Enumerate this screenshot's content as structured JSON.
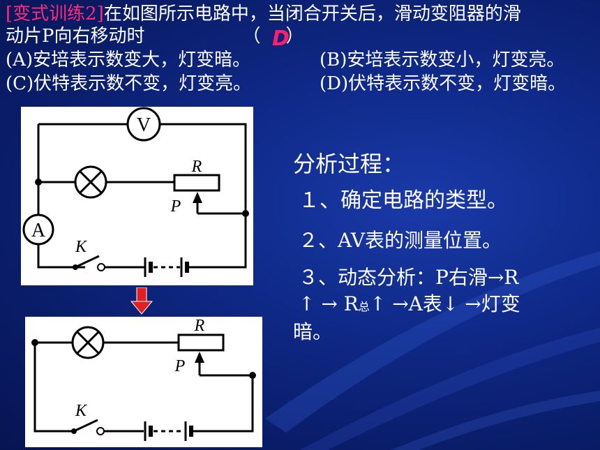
{
  "question": {
    "tag": "[变式训练2]",
    "line1_text": "在如图所示电路中，当闭合开关后，滑动变阻器的滑",
    "line2_text": "动片P向右移动时",
    "paren_open": "（",
    "paren_close": "）",
    "answer": "D",
    "option_a": "(A)安培表示数变大，灯变暗。",
    "option_b": "(B)安培表示数变小，灯变亮。",
    "option_c": "(C)伏特表示数不变，灯变亮。",
    "option_d": "(D)伏特表示数不变，灯变暗。"
  },
  "circuit_top": {
    "voltmeter_label": "V",
    "ammeter_label": "A",
    "rheostat_label": "R",
    "slider_label": "P",
    "switch_label": "K"
  },
  "circuit_bottom": {
    "rheostat_label": "R",
    "slider_label": "P",
    "switch_label": "K"
  },
  "analysis": {
    "title": "分析过程：",
    "step1": "１、确定电路的类型。",
    "step2": "２、AV表的测量位置。",
    "step3_line1": "３、动态分析：P右滑→R",
    "step3_line2_a": "↑ → R",
    "step3_line2_sub": "总",
    "step3_line2_b": "↑ →A表↓ →灯变",
    "step3_line3": "暗。"
  },
  "colors": {
    "background": "#0f2a8a",
    "highlight": "#ff2a7a",
    "arrow": "#e02020"
  }
}
